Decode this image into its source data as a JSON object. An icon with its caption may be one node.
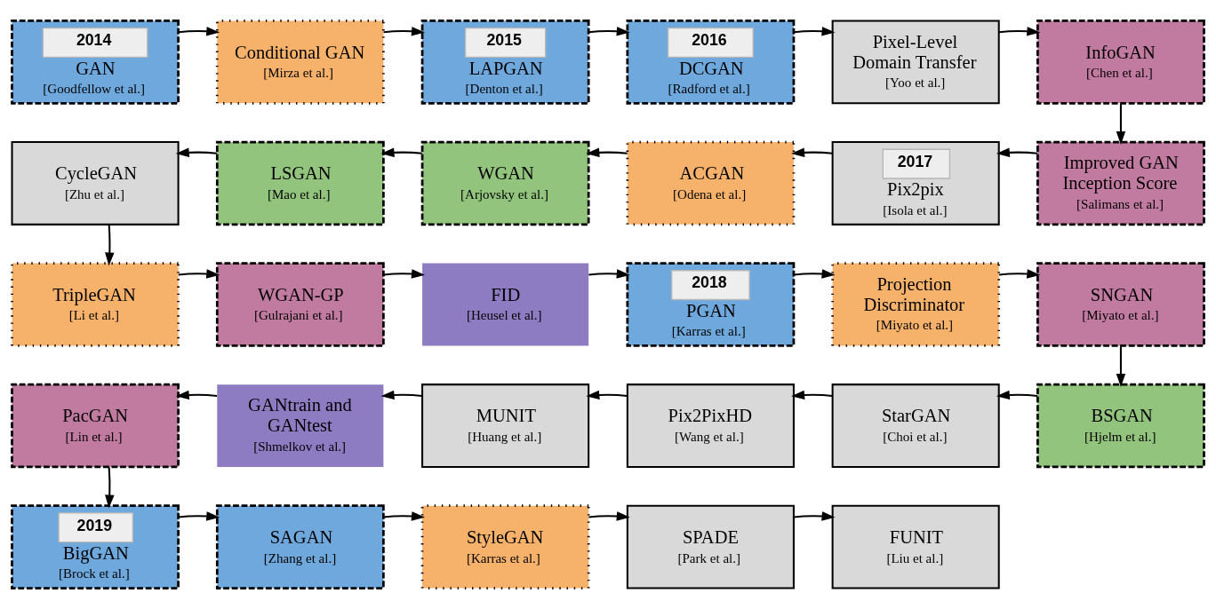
{
  "diagram": {
    "nodes": [
      {
        "text": [
          "2014",
          "GAN",
          "[Goodfellow et al.]"
        ]
      },
      {
        "text": [
          "Conditional GAN",
          "[Mirza et al.]"
        ]
      },
      {
        "text": [
          "2015",
          "LAPGAN",
          "[Denton et al.]"
        ]
      },
      {
        "text": [
          "2016",
          "DCGAN",
          "[Radford et al.]"
        ]
      },
      {
        "text": [
          "Pixel-Level Domain Transfer",
          "[Yoo et al.]"
        ]
      },
      {
        "text": [
          "InfoGAN",
          "[Chen et al.]"
        ]
      },
      {
        "text": [
          "CycleGAN",
          "[Zhu et al.]"
        ]
      },
      {
        "text": [
          "LSGAN",
          "[Mao et al.]"
        ]
      },
      {
        "text": [
          "WGAN",
          "[Arjovsky et al.]"
        ]
      },
      {
        "text": [
          "ACGAN",
          "[Odena et al.]"
        ]
      },
      {
        "text": [
          "2017",
          "Pix2pix",
          "[Isola et al.]"
        ]
      },
      {
        "text": [
          "Improved GAN Inception Score",
          "[Salimans et al.]"
        ]
      },
      {
        "text": [
          "TripleGAN",
          "[Li et al.]"
        ]
      },
      {
        "text": [
          "WGAN-GP",
          "[Gulrajani et al.]"
        ]
      },
      {
        "text": [
          "FID",
          "[Heusel et al.]"
        ]
      },
      {
        "text": [
          "2018",
          "PGAN",
          "[Karras et al.]"
        ]
      },
      {
        "text": [
          "Projection Discriminator",
          "[Miyato et al.]"
        ]
      },
      {
        "text": [
          "SNGAN",
          "[Miyato et al.]"
        ]
      },
      {
        "text": [
          "PacGAN",
          "[Lin et al.]"
        ]
      },
      {
        "text": [
          "GANtrain and GANtest",
          "[Shmelkov et al.]"
        ]
      },
      {
        "text": [
          "MUNIT",
          "[Huang et al.]"
        ]
      },
      {
        "text": [
          "Pix2PixHD",
          "[Wang et al.]"
        ]
      },
      {
        "text": [
          "StarGAN",
          "[Choi et al.]"
        ]
      },
      {
        "text": [
          "BSGAN",
          "[Hjelm et al.]"
        ]
      },
      {
        "text": [
          "2019",
          "BigGAN",
          "[Brock et al.]"
        ]
      },
      {
        "text": [
          "SAGAN",
          "[Zhang et al.]"
        ]
      },
      {
        "text": [
          "StyleGAN",
          "[Karras et al.]"
        ]
      },
      {
        "text": [
          "SPADE",
          "[Park et al.]"
        ]
      },
      {
        "text": [
          "FUNIT",
          "[Liu et al.]"
        ]
      }
    ],
    "edges": [
      {
        "from": 0,
        "to": 1,
        "arrow": "to"
      },
      {
        "from": 1,
        "to": 2,
        "arrow": "to"
      },
      {
        "from": 2,
        "to": 3,
        "arrow": "to"
      },
      {
        "from": 3,
        "to": 4,
        "arrow": "to"
      },
      {
        "from": 4,
        "to": 5,
        "arrow": "to"
      },
      {
        "from": 5,
        "to": 11,
        "arrow": "to"
      },
      {
        "from": 11,
        "to": 10,
        "arrow": "to"
      },
      {
        "from": 10,
        "to": 9,
        "arrow": "to"
      },
      {
        "from": 9,
        "to": 8,
        "arrow": "to"
      },
      {
        "from": 8,
        "to": 7,
        "arrow": "to"
      },
      {
        "from": 7,
        "to": 6,
        "arrow": "to"
      },
      {
        "from": 6,
        "to": 12,
        "arrow": "to"
      },
      {
        "from": 12,
        "to": 13,
        "arrow": "to"
      },
      {
        "from": 13,
        "to": 14,
        "arrow": "to"
      },
      {
        "from": 14,
        "to": 15,
        "arrow": "to"
      },
      {
        "from": 15,
        "to": 16,
        "arrow": "to"
      },
      {
        "from": 16,
        "to": 17,
        "arrow": "to"
      },
      {
        "from": 17,
        "to": 23,
        "arrow": "to"
      },
      {
        "from": 23,
        "to": 22,
        "arrow": "to"
      },
      {
        "from": 22,
        "to": 21,
        "arrow": "to"
      },
      {
        "from": 21,
        "to": 20,
        "arrow": "to"
      },
      {
        "from": 20,
        "to": 19,
        "arrow": "to"
      },
      {
        "from": 19,
        "to": 18,
        "arrow": "to"
      },
      {
        "from": 18,
        "to": 24,
        "arrow": "to"
      },
      {
        "from": 24,
        "to": 25,
        "arrow": "to"
      },
      {
        "from": 25,
        "to": 26,
        "arrow": "to"
      },
      {
        "from": 26,
        "to": 27,
        "arrow": "to"
      },
      {
        "from": 27,
        "to": 28,
        "arrow": "to"
      }
    ]
  }
}
